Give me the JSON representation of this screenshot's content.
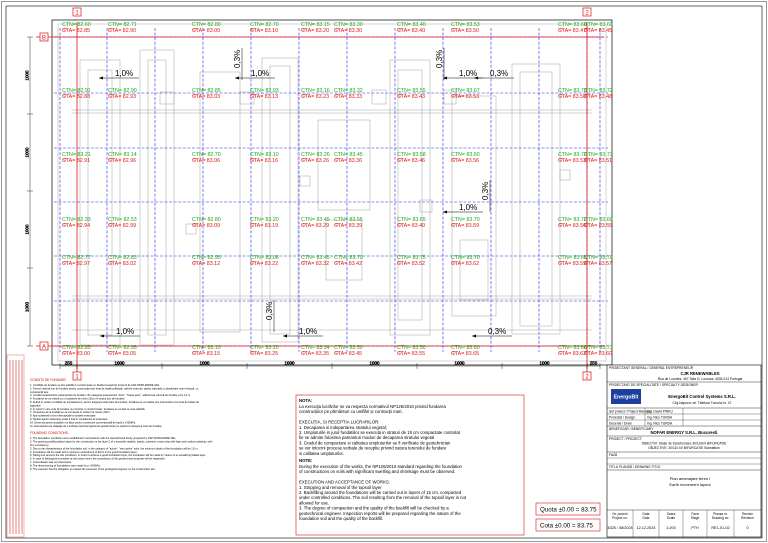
{
  "plan": {
    "axis_letters": {
      "top": "B",
      "bottom": "A"
    },
    "axis_numbers": [
      "1",
      "2"
    ],
    "spans": [
      "1000",
      "1000",
      "1000",
      "1000",
      "1000",
      "1000"
    ],
    "edge_spans": [
      "250",
      "250"
    ],
    "side_spans": [
      "1000",
      "1000",
      "1000",
      "1000"
    ],
    "slopes": [
      "1,0%",
      "1,0%",
      "1,0%",
      "1,0%",
      "1,0%",
      "1,0%",
      "0,3%",
      "0,3%",
      "0,3%",
      "0,3%",
      "0,3%",
      "0,3%"
    ],
    "rows": [
      [
        {
          "ctn": "CTN= 82.60",
          "cta": "CTA= 82.85"
        },
        {
          "ctn": "CTN= 82.71",
          "cta": "CTA= 82.90"
        },
        {
          "ctn": "CTN= 82.80",
          "cta": "CTA= 83.00"
        },
        {
          "ctn": "CTN= 82.70",
          "cta": "CTA= 83.10"
        },
        {
          "ctn": "CTN= 83.15",
          "cta": "CTA= 83.20"
        },
        {
          "ctn": "CTN= 83.30",
          "cta": "CTA= 83.30"
        },
        {
          "ctn": "CTN= 83.40",
          "cta": "CTA= 83.40"
        },
        {
          "ctn": "CTN= 83.53",
          "cta": "CTA= 83.50"
        },
        {
          "ctn": "CTN= 83.60",
          "cta": "CTA= 83.47"
        },
        {
          "ctn": "CTN= 83.60",
          "cta": "CTA= 83.45"
        }
      ],
      [
        {
          "ctn": "CTN= 82.91",
          "cta": "CTA= 82.88"
        },
        {
          "ctn": "CTN= 82.90",
          "cta": "CTA= 82.93"
        },
        {
          "ctn": "CTN= 82.85",
          "cta": "CTA= 83.03"
        },
        {
          "ctn": "CTN= 82.93",
          "cta": "CTA= 83.13"
        },
        {
          "ctn": "CTN= 83.16",
          "cta": "CTA= 83.23"
        },
        {
          "ctn": "CTN= 83.32",
          "cta": "CTA= 83.33"
        },
        {
          "ctn": "CTN= 83.55",
          "cta": "CTA= 83.43"
        },
        {
          "ctn": "CTN= 83.67",
          "cta": "CTA= 83.53"
        },
        {
          "ctn": "CTN= 83.73",
          "cta": "CTA= 83.50"
        },
        {
          "ctn": "CTN= 83.72",
          "cta": "CTA= 83.48"
        }
      ],
      [
        {
          "ctn": "CTN= 83.21",
          "cta": "CTA= 82.91"
        },
        {
          "ctn": "CTN= 83.14",
          "cta": "CTA= 82.96"
        },
        {
          "ctn": "CTN= 82.70",
          "cta": "CTA= 83.06"
        },
        {
          "ctn": "CTN= 83.10",
          "cta": "CTA= 83.16"
        },
        {
          "ctn": "CTN= 83.26",
          "cta": "CTA= 83.26"
        },
        {
          "ctn": "CTN= 83.45",
          "cta": "CTA= 83.36"
        },
        {
          "ctn": "CTN= 83.58",
          "cta": "CTA= 83.46"
        },
        {
          "ctn": "CTN= 83.60",
          "cta": "CTA= 83.56"
        },
        {
          "ctn": "CTN= 83.72",
          "cta": "CTA= 83.53"
        },
        {
          "ctn": "CTN= 83.73",
          "cta": "CTA= 83.51"
        }
      ],
      [
        {
          "ctn": "CTN= 82.33",
          "cta": "CTA= 82.94"
        },
        {
          "ctn": "CTN= 82.53",
          "cta": "CTA= 82.99"
        },
        {
          "ctn": "CTN= 82.80",
          "cta": "CTA= 83.09"
        },
        {
          "ctn": "CTN= 83.20",
          "cta": "CTA= 83.19"
        },
        {
          "ctn": "CTN= 83.45",
          "cta": "CTA= 83.29"
        },
        {
          "ctn": "CTN= 83.55",
          "cta": "CTA= 83.39"
        },
        {
          "ctn": "CTN= 83.65",
          "cta": "CTA= 83.49"
        },
        {
          "ctn": "CTN= 83.70",
          "cta": "CTA= 83.59"
        },
        {
          "ctn": "CTN= 83.72",
          "cta": "CTA= 83.56"
        },
        {
          "ctn": "CTN= 83.60",
          "cta": "CTA= 83.55"
        }
      ],
      [
        {
          "ctn": "CTN= 82.77",
          "cta": "CTA= 82.97"
        },
        {
          "ctn": "CTN= 82.83",
          "cta": "CTA= 83.02"
        },
        {
          "ctn": "CTN= 82.95",
          "cta": "CTA= 83.12"
        },
        {
          "ctn": "CTN= 83.08",
          "cta": "CTA= 83.22"
        },
        {
          "ctn": "CTN= 83.45",
          "cta": "CTA= 83.32"
        },
        {
          "ctn": "CTN= 83.70",
          "cta": "CTA= 83.42"
        },
        {
          "ctn": "CTN= 83.75",
          "cta": "CTA= 83.52"
        },
        {
          "ctn": "CTN= 83.70",
          "cta": "CTA= 83.62"
        },
        {
          "ctn": "CTN= 83.65",
          "cta": "CTA= 83.59"
        },
        {
          "ctn": "CTN= 83.70",
          "cta": "CTA= 83.57"
        }
      ],
      [
        {
          "ctn": "CTN= 82.85",
          "cta": "CTA= 83.00"
        },
        {
          "ctn": "CTN= 82.95",
          "cta": "CTA= 83.05"
        },
        {
          "ctn": "CTN= 83.10",
          "cta": "CTA= 83.15"
        },
        {
          "ctn": "CTN= 83.20",
          "cta": "CTA= 83.25"
        },
        {
          "ctn": "CTN= 83.34",
          "cta": "CTA= 83.35"
        },
        {
          "ctn": "CTN= 83.50",
          "cta": "CTA= 83.45"
        },
        {
          "ctn": "CTN= 83.50",
          "cta": "CTA= 83.55"
        },
        {
          "ctn": "CTN= 83.60",
          "cta": "CTA= 83.65"
        },
        {
          "ctn": "CTN= 83.68",
          "cta": "CTA= 83.62"
        },
        {
          "ctn": "CTN= 83.73",
          "cta": "CTA= 83.60"
        }
      ]
    ]
  },
  "left_notes": {
    "ro_title": "CONDIȚII DE FUNDARE:",
    "ro_lines": [
      "1.  Condițiile de fundare au fost stabilite în conformitate cu Studiul Geotehnic întocmit de F&P WORLDWIDE SRL.",
      "2.  Terenul natural bun de fundare pentru construcția este strat de argilă prăfoasă, cafenie-maronie, plastic vârtoasă cu plasticitate mare-ridicată, cu",
      "     consistență tare",
      "3.  Condiții caracteristice parametrului de fundare: din categoria parametrului \"activ\", \"foarte activ\", adâncimea minimă de fundare va fi 1,0 m.",
      "4.  Fundarea se va realiza cu o încastrare de minim 20cm în stratul bun de fundare.",
      "5.  Având în vedere condițiile de amplasament, pentru alegerea sistemului de fundare, fundarea se va realiza prin intermediul unui strat de balast de",
      "     egalizare.",
      "6.  În cazul în care cota de fundare nu coincide cu nivelul freatic, fundarea se va face la cota stabilită.",
      "7.  Umplutura de la fundații se va compacta în straturi de maxim 20cm.",
      "8.  Apa subterană a fost interceptată la sondele executate.",
      "9.  Studiul apelor subterane poate fi luat în considerare la proiectare.",
      "10. Dimensionarea fundațiilor s-a făcut pentru o presiune convențională de bază p =200kPa.",
      "11. Executantul are obligația de a solicita prezența inginerului geotehnician pe șantier la atingerea cotei de fundare."
    ],
    "en_title": "FOUNDING CONDITIONS:",
    "en_lines": [
      "1.  The foundation conditions were established in accordance with the Geotechnical Study prepared by F&P WORLDWIDE SRL.",
      "2.  The good ground/foundation layer for the construction is the layer 2 of a brownish-reddish, plastic, cohesive, brown clay with high and medium plasticity, with",
      "     firm consistency.",
      "3.  Due to the characteristics of the foundation soil, in the category of \"active\", \"very active\" soils, the minimum depth of the foundation will be 1,0 m.",
      "4.  Foundation will be made with a minimum embedment of 20cm in the good foundation layer.",
      "5.  Taking into account the site conditions, in order to achieve a good foundation layer, the foundation will be made by means of an equalizing ballast layer.",
      "6.  In case of lithological anomalies at the bottom level, the consultancy of the geotechnical engineer will be requested.",
      "7.  Groundwater was not intercepted.",
      "8.  The dimensioning of foundations was made for p =200kPa.",
      "9.  The executor has the obligation to request the presence of the geological engineer on the construction site."
    ]
  },
  "middle_notes": {
    "ro_head": "NOTA:",
    "ro_lines": [
      "La execuția lucrărilor se va respecta normativul NP126/2010 privind fundarea",
      "construcțiilor pe pământuri cu umflări și contracții mari.",
      "",
      "EXECUȚIA, SI RECEPTIA LUCRARILOR:",
      "1.  Decaparea si indepartarea stratului vegetal;",
      "2.  Umpluturile in jurul fundatiilor se executa in straturi de 15 cm compactate controlat",
      "fie se admite folosirea pamanturi moduri de decaparea stratului vegetal",
      "3.  Gradul de compactare si calitatea umpluturilor se fi verificate de geotehnician",
      "se vor intocmi procese verbale de receptie privind natura terenului de fundare",
      "si calitatea umpluturilor."
    ],
    "en_head": "NOTE:",
    "en_lines": [
      "During the execution of the works, the NP126/2010 standard regarding the foundation",
      "of constructions on soils with significant swelling and shrinkage must be observed.",
      "",
      "EXECUTION AND ACCEPTANCE OF WORKS:",
      "1.  Stripping and removal of the topsoil layer",
      "2.  Backfilling around the foundations will be carried out in layers of 15 cm, compacted",
      "under controlled conditions. The soil resulting from the removal of the topsoil layer is not",
      "allowed for use.",
      "3.  The degree of compaction and the quality of the backfill will be checked by a",
      "geotechnical engineer. Inspection reports will be prepared regarding the nature of the",
      "foundation soil and the quality of the backfill."
    ]
  },
  "quota": {
    "ro": "Cota ±0.00 = 83.75",
    "en": "Quota ±0.00 = 83.75"
  },
  "title_block": {
    "general_designer_label": "PROIECTANT GENERAL / GENERAL ENTREPRENEUR",
    "general_designer": "CJR RENEWABLES",
    "general_designer_addr": "Rua de Lourdes, 467 Sala G, Lourosa, 4535-214 Portugal",
    "specialty_label": "PROIECTANT DE SPECIALITATE / SPECIALTY DESIGNER",
    "specialty_logo": "EnergoBit",
    "specialty_name": "EnergoBit Control Systems S.R.L.",
    "specialty_addr": "Cluj-Napoca, str. Tăietura Turcului nr. 47",
    "roles": [
      {
        "role": "Șef proiect / Project Manager",
        "name": "Ing. David PINKU"
      },
      {
        "role": "Proiectat / Design",
        "name": "Ing. Nicu TURDA"
      },
      {
        "role": "Desenat / Draw",
        "name": "Ing. Nicu TURDA"
      }
    ],
    "beneficiary_label": "BENEFICIAR / BENEFICIARY",
    "beneficiary": "NOFAR ENERGY S.R.L. Bucuresti",
    "project_label": "PROIECT / PROJECT",
    "project_ro": "OBIECTIV: Stație de transformare 30/110kV BIFURCATIE",
    "project_en": "OBJECTIVE: 30/110 kV BIFURCATIE Substation",
    "phase_label": "FAZĂ",
    "title_label": "TITLU PLANȘĂ / DRAWING TITLE",
    "title_ro": "Plan amenajare teren /",
    "title_en": "Earth movement layout",
    "footer_heads": [
      "Nr. proiect / Project no.",
      "Data / Date",
      "Scara / Scale",
      "Faza / Stage",
      "Planșa nr. / Drawing no.",
      "Revizie / Revision"
    ],
    "footer_vals": [
      "4325 / 08/2024",
      "12.12.2024",
      "1:200",
      "PTH",
      "RE1-01-02",
      "0"
    ]
  }
}
